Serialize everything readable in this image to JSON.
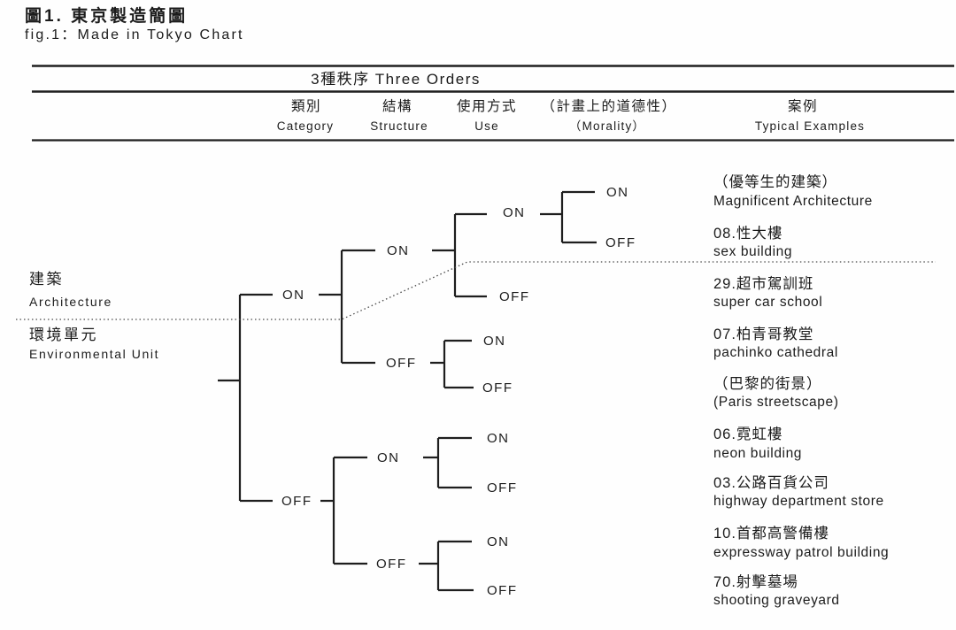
{
  "figure": {
    "title_zh": "圖1.  東京製造簡圖",
    "title_en": "fig.1：Made in Tokyo Chart"
  },
  "header": {
    "group_title": "3種秩序 Three Orders",
    "columns": [
      {
        "zh": "類別",
        "en": "Category"
      },
      {
        "zh": "結構",
        "en": "Structure"
      },
      {
        "zh": "使用方式",
        "en": "Use"
      },
      {
        "zh": "（計畫上的道德性）",
        "en": "（Morality）"
      },
      {
        "zh": "案例",
        "en": "Typical Examples"
      }
    ]
  },
  "side_labels": {
    "architecture": {
      "zh": "建築",
      "en": "Architecture"
    },
    "environmental_unit": {
      "zh": "環境單元",
      "en": "Environmental Unit"
    }
  },
  "switches": {
    "on": "ON",
    "off": "OFF"
  },
  "examples": [
    {
      "zh": "（優等生的建築）",
      "en": "Magnificent Architecture"
    },
    {
      "zh": "08.性大樓",
      "en": "sex building"
    },
    {
      "zh": "29.超市駕訓班",
      "en": "super car school"
    },
    {
      "zh": "07.柏青哥教堂",
      "en": "pachinko cathedral"
    },
    {
      "zh": "（巴黎的街景）",
      "en": "(Paris streetscape)"
    },
    {
      "zh": "06.霓虹樓",
      "en": "neon building"
    },
    {
      "zh": "03.公路百貨公司",
      "en": "highway department store"
    },
    {
      "zh": "10.首都高警備樓",
      "en": "expressway patrol building"
    },
    {
      "zh": "70.射擊墓場",
      "en": "shooting graveyard"
    }
  ],
  "tree": {
    "description": "Binary decision tree: Category / Structure / Use / Morality switches lead to typical examples; dotted line separates Architecture (above) from Environmental Unit (below).",
    "branches": [
      {
        "category": "ON",
        "structure": "ON",
        "use": "ON",
        "morality": "ON",
        "example": "Magnificent Architecture"
      },
      {
        "category": "ON",
        "structure": "ON",
        "use": "ON",
        "morality": "OFF",
        "example": "sex building"
      },
      {
        "category": "ON",
        "structure": "ON",
        "use": "OFF",
        "example": "super car school"
      },
      {
        "category": "ON",
        "structure": "OFF",
        "use": "ON",
        "example": "pachinko cathedral"
      },
      {
        "category": "ON",
        "structure": "OFF",
        "use": "OFF",
        "example": "(Paris streetscape)"
      },
      {
        "category": "OFF",
        "structure": "ON",
        "use": "ON",
        "example": "neon building"
      },
      {
        "category": "OFF",
        "structure": "ON",
        "use": "OFF",
        "example": "highway department store"
      },
      {
        "category": "OFF",
        "structure": "OFF",
        "use": "ON",
        "example": "expressway patrol building"
      },
      {
        "category": "OFF",
        "structure": "OFF",
        "use": "OFF",
        "example": "shooting graveyard"
      }
    ],
    "line_color": "#1e1e1e",
    "background_color": "#fefefe"
  }
}
